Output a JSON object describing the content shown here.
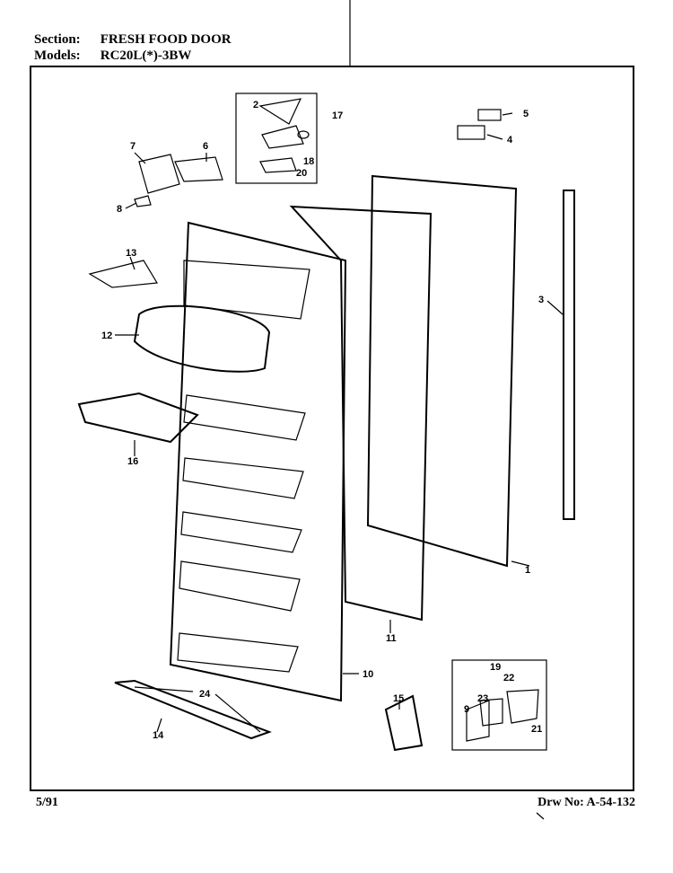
{
  "header": {
    "section_label": "Section:",
    "section_value": "FRESH FOOD DOOR",
    "models_label": "Models:",
    "models_value": "RC20L(*)-3BW"
  },
  "footer": {
    "date": "5/91",
    "drawing_number": "Drw No: A-54-132"
  },
  "callouts": {
    "c1": "1",
    "c2": "2",
    "c3": "3",
    "c4": "4",
    "c5": "5",
    "c6": "6",
    "c7": "7",
    "c8": "8",
    "c9": "9",
    "c10": "10",
    "c11": "11",
    "c12": "12",
    "c13": "13",
    "c14": "14",
    "c15": "15",
    "c16": "16",
    "c17": "17",
    "c18": "18",
    "c19": "19",
    "c20": "20",
    "c21": "21",
    "c22": "22",
    "c23": "23",
    "c24": "24"
  }
}
